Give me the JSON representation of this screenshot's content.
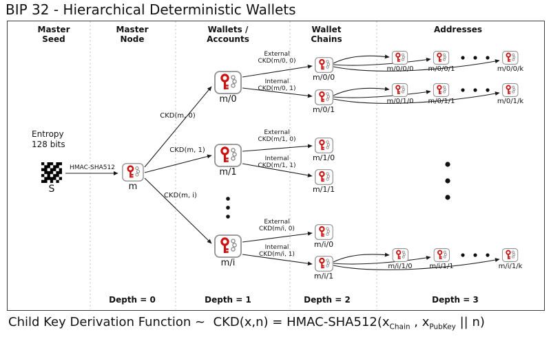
{
  "title": "BIP 32 - Hierarchical Deterministic Wallets",
  "headers": {
    "master_seed": "Master\nSeed",
    "master_node": "Master\nNode",
    "wallets_accounts": "Wallets /\nAccounts",
    "wallet_chains": "Wallet\nChains",
    "addresses": "Addresses"
  },
  "seed": {
    "entropy": "Entropy\n128 bits",
    "label": "S",
    "hmac_label": "HMAC-SHA512"
  },
  "master": {
    "label": "m"
  },
  "derivation_labels": {
    "ckd_0": "CKD(m, 0)",
    "ckd_1": "CKD(m, 1)",
    "ckd_i": "CKD(m, i)"
  },
  "wallets": {
    "w0": "m/0",
    "w1": "m/1",
    "wi": "m/i"
  },
  "chain_edge_labels": {
    "ext0": "External\nCKD(m/0, 0)",
    "int0": "Internal\nCKD(m/0, 1)",
    "ext1": "External\nCKD(m/1, 0)",
    "int1": "Internal\nCKD(m/1, 1)",
    "exti": "External\nCKD(m/i, 0)",
    "inti": "Internal\nCKD(m/i, 1)"
  },
  "chains": {
    "c00": "m/0/0",
    "c01": "m/0/1",
    "c10": "m/1/0",
    "c11": "m/1/1",
    "ci0": "m/i/0",
    "ci1": "m/i/1"
  },
  "addresses": {
    "row0": {
      "a0": "m/0/0/0",
      "a1": "m/0/0/1",
      "ak": "m/0/0/k"
    },
    "row1": {
      "a0": "m/0/1/0",
      "a1": "m/0/1/1",
      "ak": "m/0/1/k"
    },
    "rowi": {
      "a0": "m/i/1/0",
      "a1": "m/i/1/1",
      "ak": "m/i/1/k"
    }
  },
  "depth_labels": {
    "d0": "Depth = 0",
    "d1": "Depth = 1",
    "d2": "Depth = 2",
    "d3": "Depth = 3"
  },
  "formula": {
    "prefix": "Child Key Derivation Function ~  CKD(x,n) = HMAC-SHA512(x",
    "sub_chain": "Chain",
    "mid": " , x",
    "sub_pubkey": "PubKey",
    "suffix": " || n)"
  },
  "colors": {
    "key_red": "#cc1111",
    "node_border": "#8f8f8f",
    "connector": "#1a1a1a",
    "separator": "#bdbdbd"
  }
}
